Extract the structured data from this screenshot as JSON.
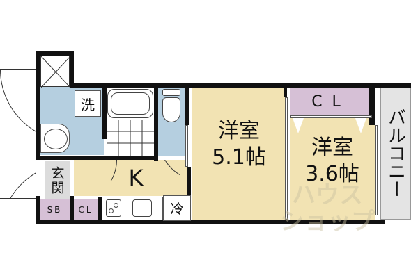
{
  "floorplan": {
    "rooms": {
      "western_room_large": {
        "label": "洋室",
        "size": "5.1帖"
      },
      "western_room_small": {
        "label": "洋室",
        "size": "3.6帖"
      },
      "kitchen": {
        "label": "K"
      },
      "balcony": {
        "label": "バルコニー"
      },
      "closet_top": {
        "label": "CL"
      },
      "closet_small": {
        "label": "CL"
      },
      "shoe_box": {
        "label": "SB"
      },
      "entrance": {
        "label": "玄関"
      },
      "washer": {
        "label": "洗"
      },
      "fridge": {
        "label": "冷"
      }
    },
    "watermark": {
      "line1": "ハウス",
      "line2": "ショップ"
    },
    "colors": {
      "room_floor": "#f2e3b3",
      "wet_area": "#b5cfe0",
      "closet": "#d6c0d6",
      "balcony": "#e4e4e4",
      "entrance": "#dcdcdc",
      "wall": "#111111"
    }
  }
}
